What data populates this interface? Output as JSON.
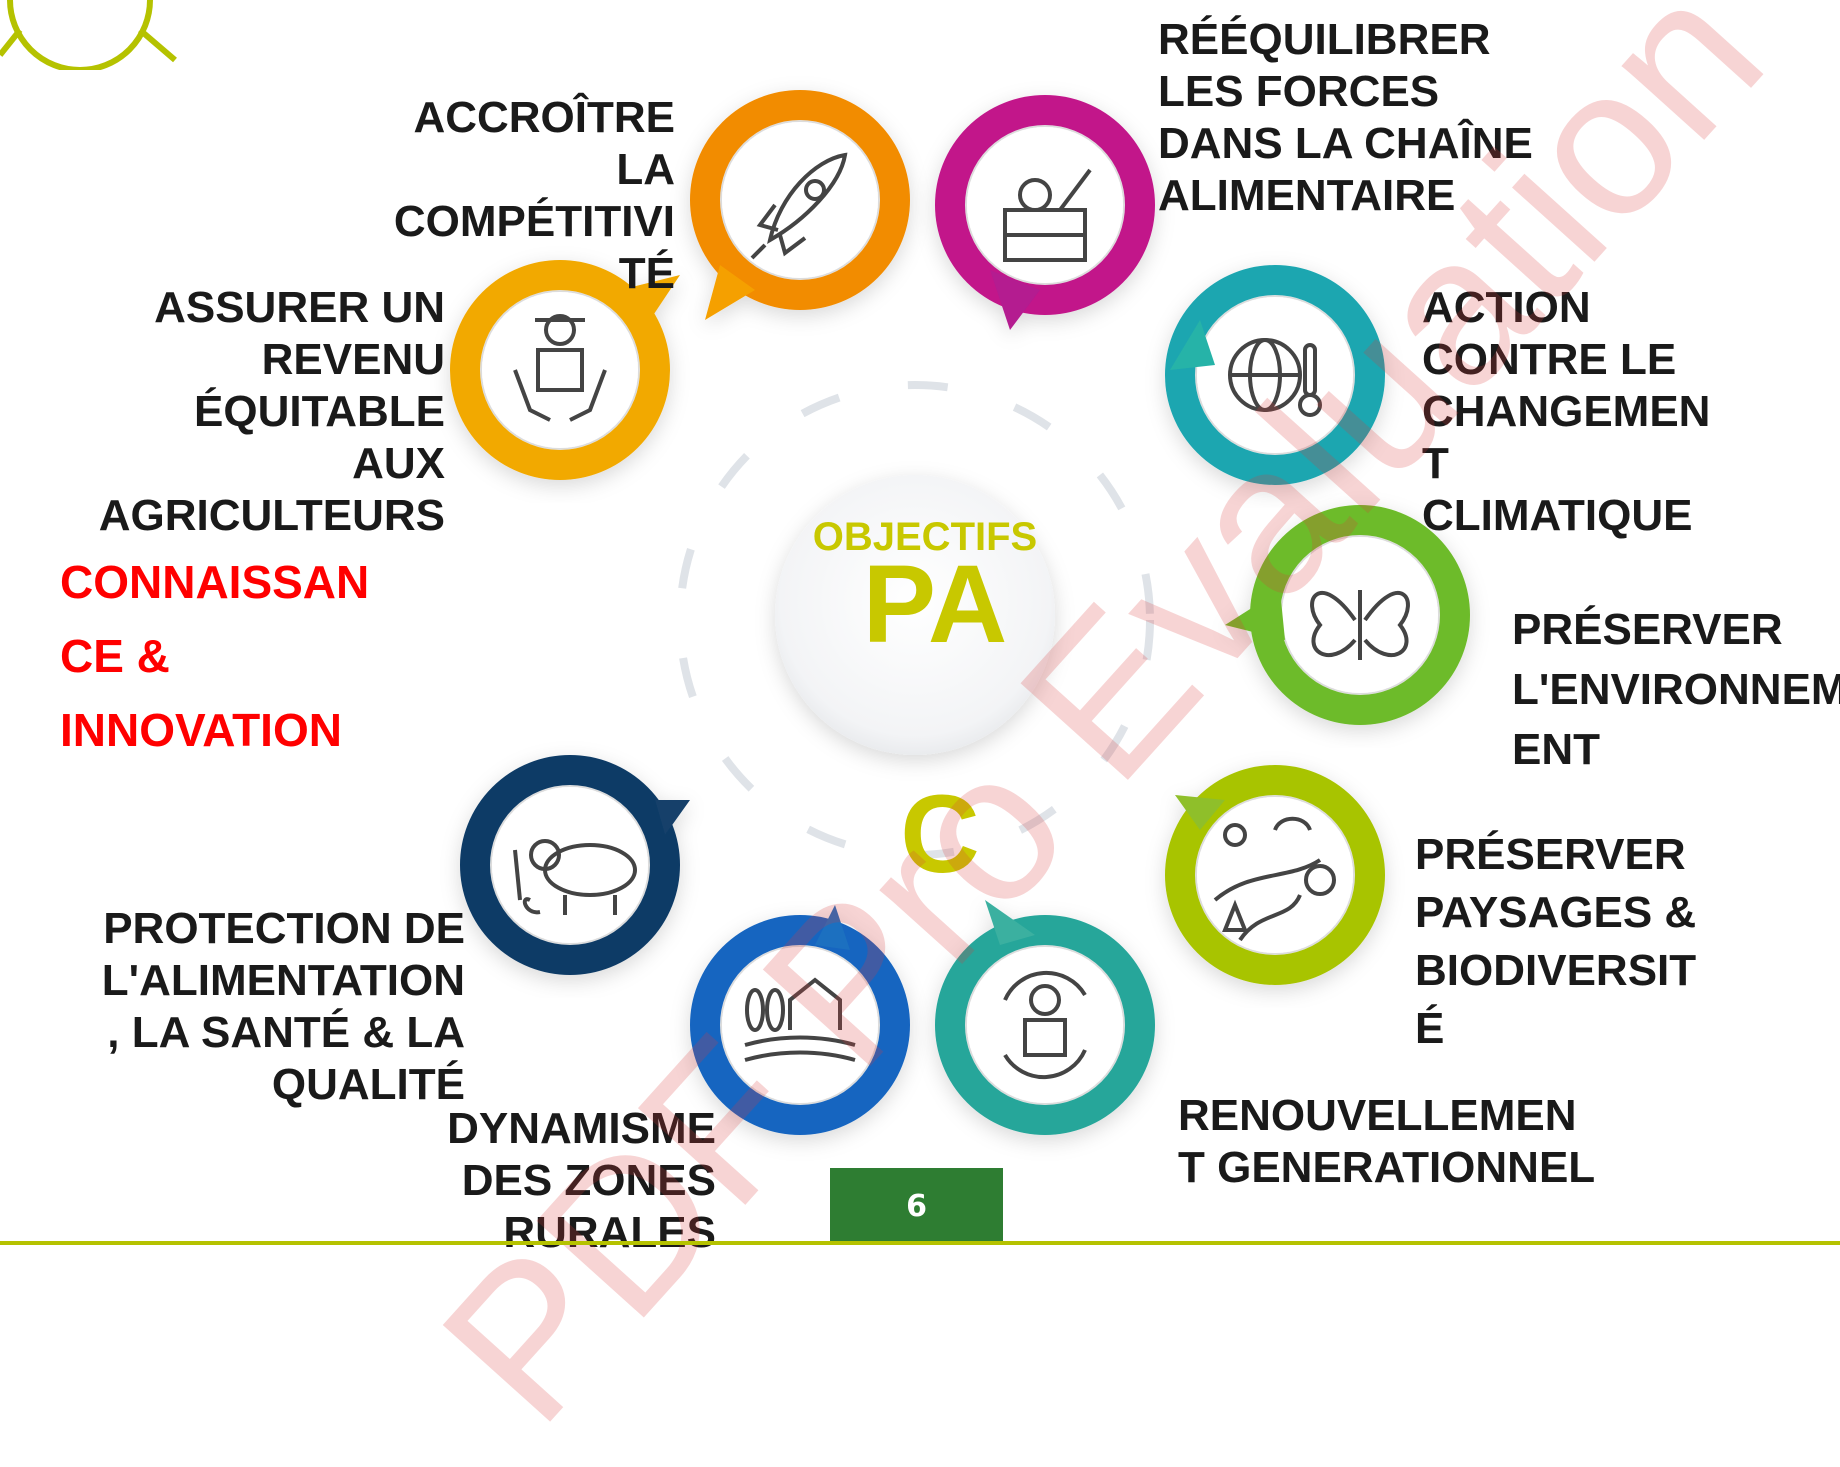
{
  "center": {
    "title_top": "OBJECTIFS",
    "title_mid": "PA",
    "title_bottom": "C"
  },
  "left_highlight": "CONNAISSAN\nCE &\nINNOVATION",
  "objectives": {
    "competitivite": "ACCROÎTRE\nLA\nCOMPÉTITIVI\nTÉ",
    "chaine": "RÉÉQUILIBRER\nLES FORCES\nDANS LA CHAÎNE\nALIMENTAIRE",
    "revenu": "ASSURER UN\nREVENU ÉQUITABLE\nAUX AGRICULTEURS",
    "climat": "ACTION\nCONTRE LE\nCHANGEMEN\nT\nCLIMATIQUE",
    "environnement": "PRÉSERVER\nL'ENVIRONNEM\nENT",
    "paysages": "PRÉSERVER\nPAYSAGES &\nBIODIVERSIT\nÉ",
    "renouvellement": "RENOUVELLEMEN\nT GENERATIONNEL",
    "rural": "DYNAMISME\nDES ZONES\nRURALES",
    "alimentation": "PROTECTION DE\nL'ALIMENTATION\n, LA SANTÉ & LA\nQUALITÉ"
  },
  "page_number": "6",
  "watermark": "PDF Pro Evaluation",
  "icons": [
    "rocket-icon",
    "food-crate-icon",
    "farmer-hands-icon",
    "globe-thermometer-icon",
    "butterfly-leaf-icon",
    "landscape-icon",
    "farmer-cycle-icon",
    "farm-house-icon",
    "livestock-icon"
  ],
  "colors": {
    "orange": "#f28c00",
    "magenta": "#c2188a",
    "yellow_orange": "#f2a900",
    "teal": "#1aa6b0",
    "green": "#6dbb2a",
    "lime": "#a8c400",
    "turquoise": "#26a69a",
    "blue": "#1565c0",
    "navy": "#0d3b66",
    "center_text": "#c8c800",
    "page_box": "#2e7d32"
  }
}
